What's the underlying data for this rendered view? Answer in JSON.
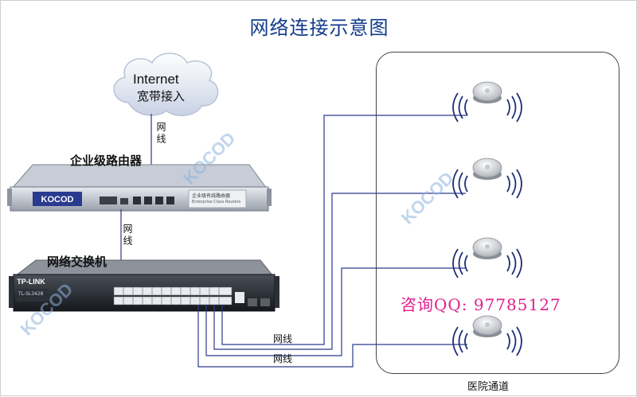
{
  "title": "网络连接示意图",
  "cloud": {
    "line1": "Internet",
    "line2": "宽带接入"
  },
  "router": {
    "label": "企业级路由器",
    "brand": "KOCOD",
    "panel_text": "企业级有线路由器",
    "panel_subtext": "Enterprise Class Routers"
  },
  "switch": {
    "label": "网络交换机",
    "brand": "TP-LINK",
    "model": "TL-SL3428"
  },
  "cables": {
    "cloud_to_router": "网线",
    "router_to_switch": "网线",
    "to_aps_1": "网线",
    "to_aps_2": "网线"
  },
  "hospital": {
    "label": "医院通道"
  },
  "contact": "咨询QQ:  97785127",
  "watermark": "KOCOD",
  "colors": {
    "title": "#123b8c",
    "cable": "#2b3a8c",
    "contact": "#e01f8c",
    "watermark": "#8fb3dd"
  }
}
